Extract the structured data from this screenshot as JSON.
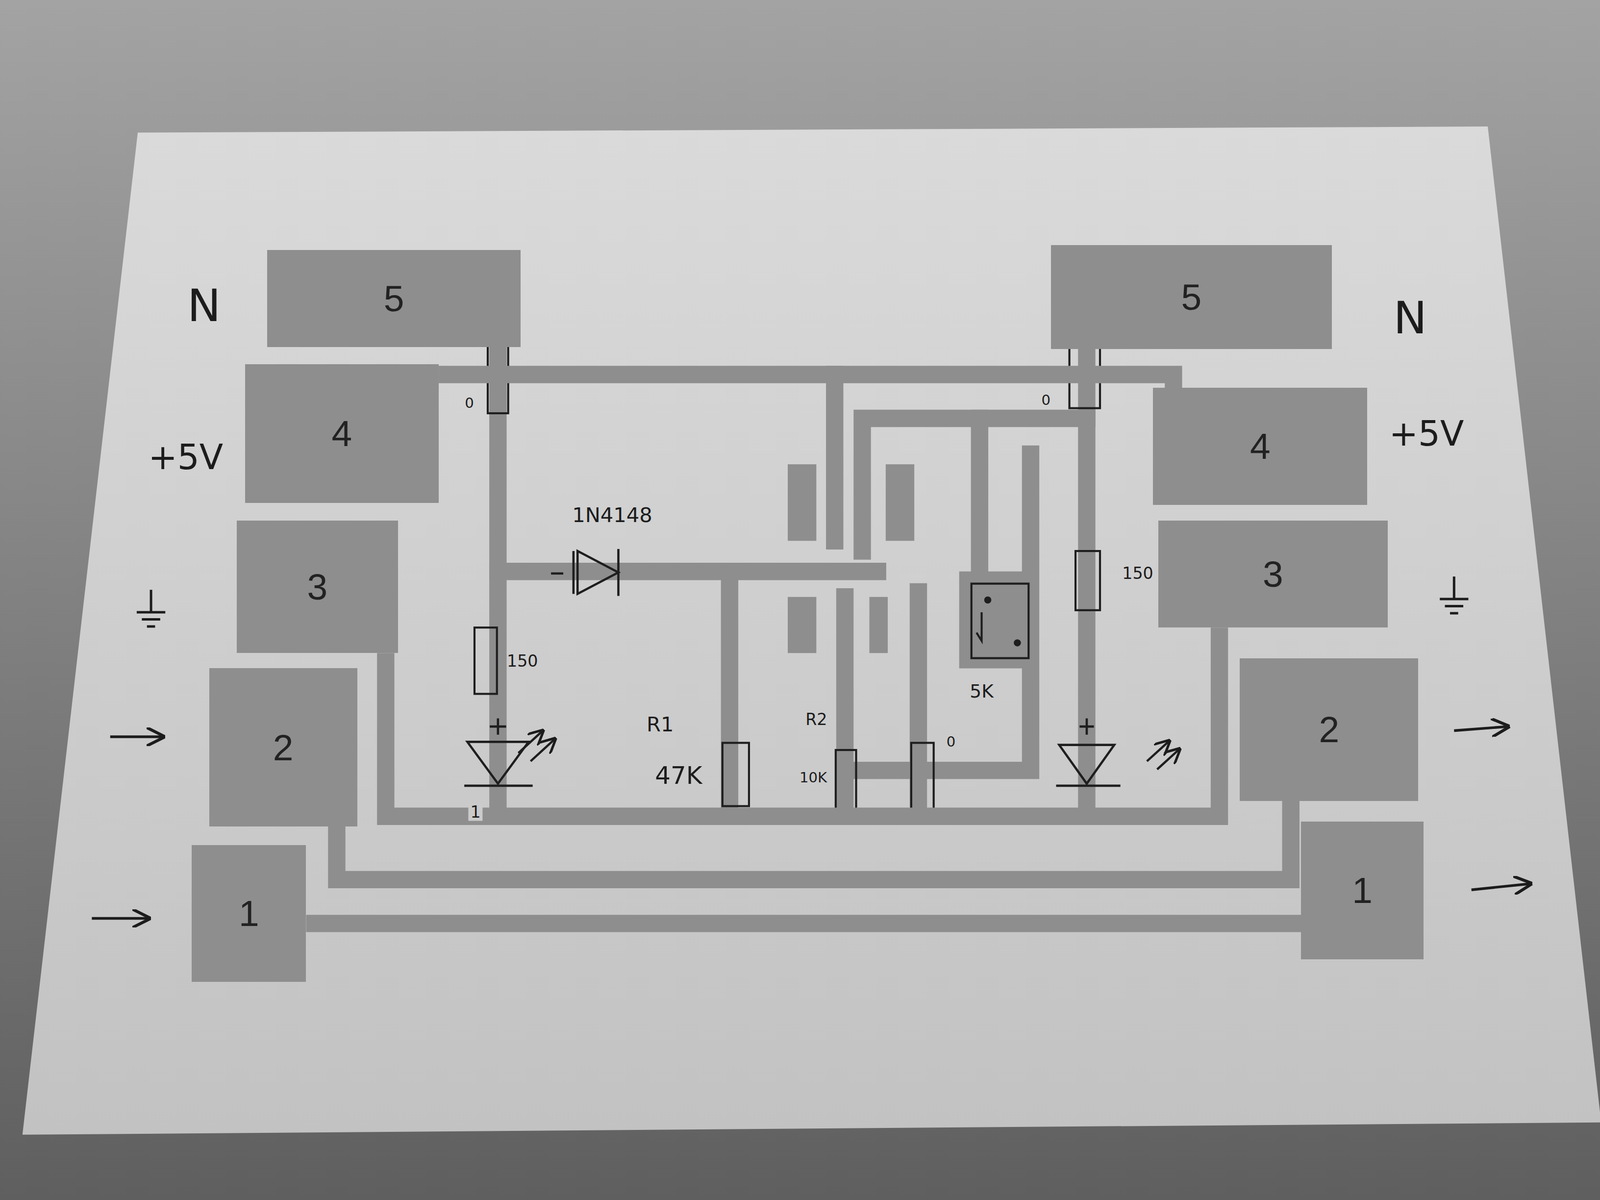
{
  "diagram": {
    "nodes": [
      {
        "text": [
          "5"
        ]
      },
      {
        "text": [
          "5"
        ]
      },
      {
        "text": [
          "4"
        ]
      },
      {
        "text": [
          "4"
        ]
      },
      {
        "text": [
          "3"
        ]
      },
      {
        "text": [
          "3"
        ]
      },
      {
        "text": [
          "2"
        ]
      },
      {
        "text": [
          "2"
        ]
      },
      {
        "text": [
          "1"
        ]
      },
      {
        "text": [
          "1"
        ]
      }
    ],
    "edges": [
      {
        "from": 2,
        "to": 3,
        "arrow": "none"
      },
      {
        "from": 4,
        "to": 5,
        "arrow": "none"
      },
      {
        "from": 6,
        "to": 7,
        "arrow": "none"
      },
      {
        "from": 8,
        "to": 9,
        "arrow": "none"
      }
    ],
    "labels": [
      "N",
      "N",
      "0",
      "0",
      "+5V",
      "+5V",
      "1N4148",
      "150",
      "150",
      "5K",
      "R1",
      "47K",
      "R2",
      "10K",
      "0",
      "1"
    ]
  }
}
